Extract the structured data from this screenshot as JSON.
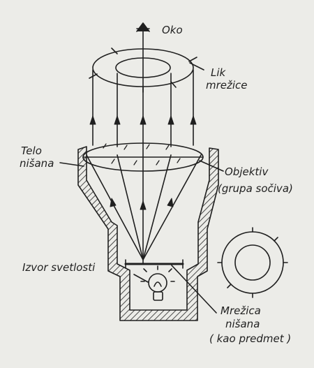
{
  "labels": {
    "eye": "Oko",
    "reticle_image_line1": "Lik",
    "reticle_image_line2": "mrežice",
    "sight_body_line1": "Telo",
    "sight_body_line2": "nišana",
    "objective_line1": "Objektiv",
    "objective_line2": "(grupa sočiva)",
    "light_source": "Izvor svetlosti",
    "reticle_line1": "Mrežica",
    "reticle_line2": "nišana",
    "reticle_line3": "( kao predmet )"
  },
  "colors": {
    "ink": "#1f1f1f",
    "paper": "#ecece8"
  }
}
